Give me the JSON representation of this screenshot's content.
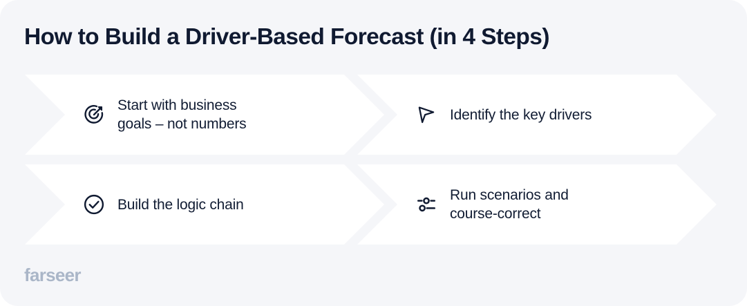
{
  "title": "How to Build a Driver-Based Forecast (in 4 Steps)",
  "brand": "farseer",
  "colors": {
    "background": "#f5f6f9",
    "card": "#ffffff",
    "text": "#111c33",
    "title": "#101a31",
    "logo": "#aab6c8"
  },
  "steps": [
    {
      "icon": "target-arrow-icon",
      "label": "Start with business\ngoals – not numbers"
    },
    {
      "icon": "cursor-pointer-icon",
      "label": "Identify the key drivers"
    },
    {
      "icon": "check-circle-icon",
      "label": "Build the logic chain"
    },
    {
      "icon": "sliders-icon",
      "label": "Run scenarios and\ncourse-correct"
    }
  ]
}
